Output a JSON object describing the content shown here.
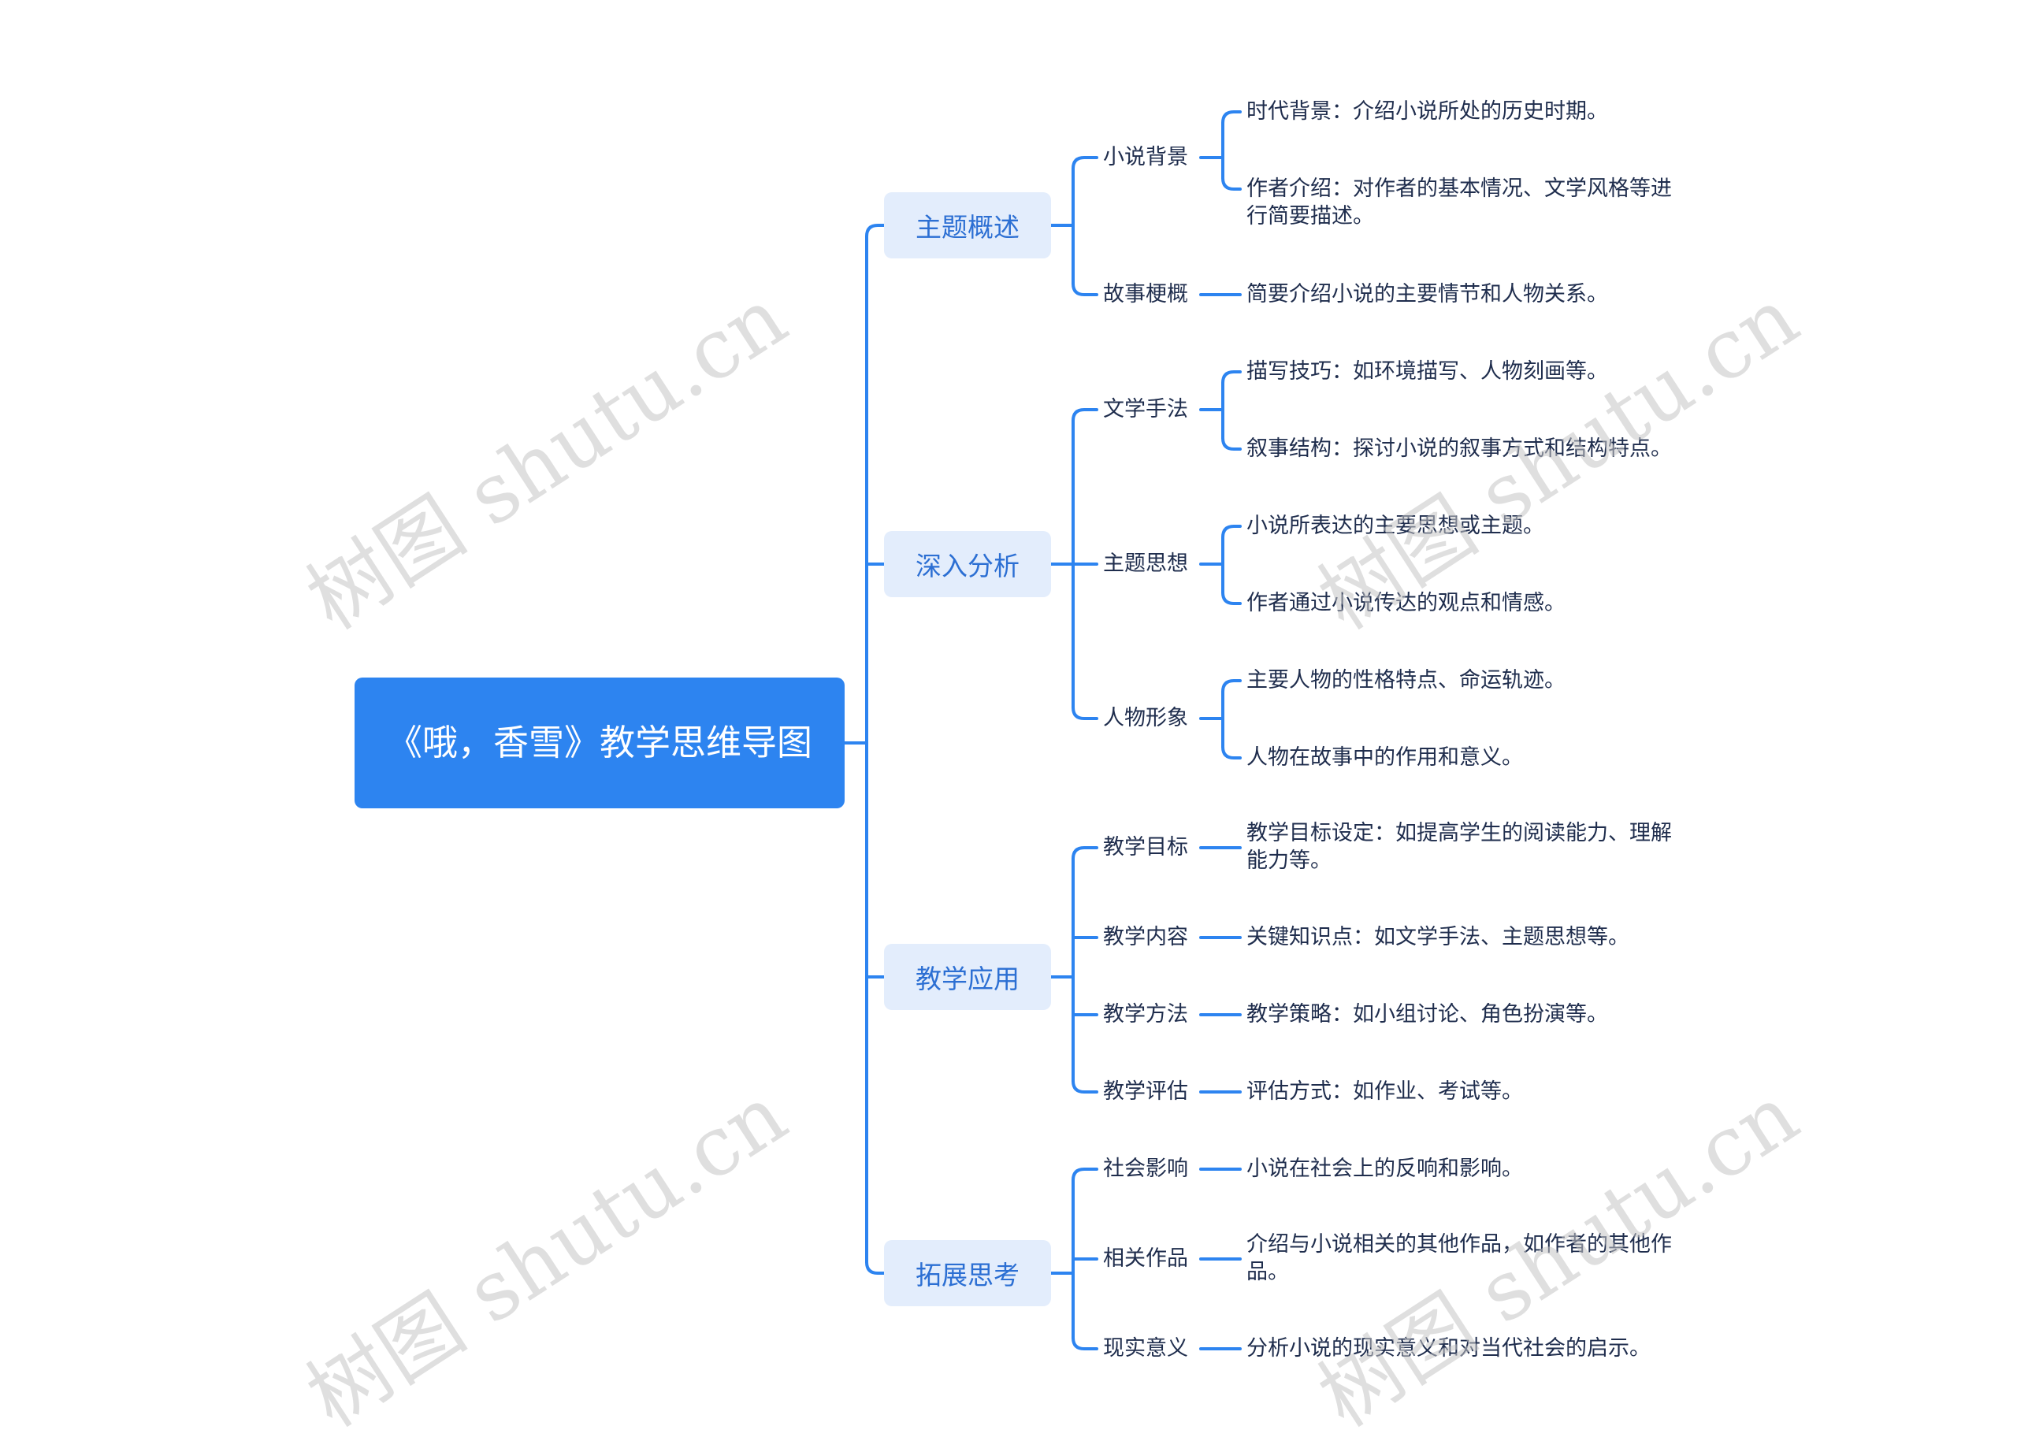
{
  "root": {
    "title": "《哦，香雪》教学思维导图"
  },
  "branches": [
    {
      "label": "主题概述",
      "children": [
        {
          "label": "小说背景",
          "leaves": [
            "时代背景：介绍小说所处的历史时期。",
            "作者介绍：对作者的基本情况、文学风格等进行简要描述。"
          ]
        },
        {
          "label": "故事梗概",
          "leaves": [
            "简要介绍小说的主要情节和人物关系。"
          ]
        }
      ]
    },
    {
      "label": "深入分析",
      "children": [
        {
          "label": "文学手法",
          "leaves": [
            "描写技巧：如环境描写、人物刻画等。",
            "叙事结构：探讨小说的叙事方式和结构特点。"
          ]
        },
        {
          "label": "主题思想",
          "leaves": [
            "小说所表达的主要思想或主题。",
            "作者通过小说传达的观点和情感。"
          ]
        },
        {
          "label": "人物形象",
          "leaves": [
            "主要人物的性格特点、命运轨迹。",
            "人物在故事中的作用和意义。"
          ]
        }
      ]
    },
    {
      "label": "教学应用",
      "children": [
        {
          "label": "教学目标",
          "leaves": [
            "教学目标设定：如提高学生的阅读能力、理解能力等。"
          ]
        },
        {
          "label": "教学内容",
          "leaves": [
            "关键知识点：如文学手法、主题思想等。"
          ]
        },
        {
          "label": "教学方法",
          "leaves": [
            "教学策略：如小组讨论、角色扮演等。"
          ]
        },
        {
          "label": "教学评估",
          "leaves": [
            "评估方式：如作业、考试等。"
          ]
        }
      ]
    },
    {
      "label": "拓展思考",
      "children": [
        {
          "label": "社会影响",
          "leaves": [
            "小说在社会上的反响和影响。"
          ]
        },
        {
          "label": "相关作品",
          "leaves": [
            "介绍与小说相关的其他作品，如作者的其他作品。"
          ]
        },
        {
          "label": "现实意义",
          "leaves": [
            "分析小说的现实意义和对当代社会的启示。"
          ]
        }
      ]
    }
  ],
  "watermark": "树图 shutu.cn",
  "colors": {
    "line": "#2d84f0",
    "root_bg": "#2d84f0",
    "branch_bg": "#e3edfc",
    "branch_text": "#2c6fd3",
    "text": "#1f2d4d"
  }
}
